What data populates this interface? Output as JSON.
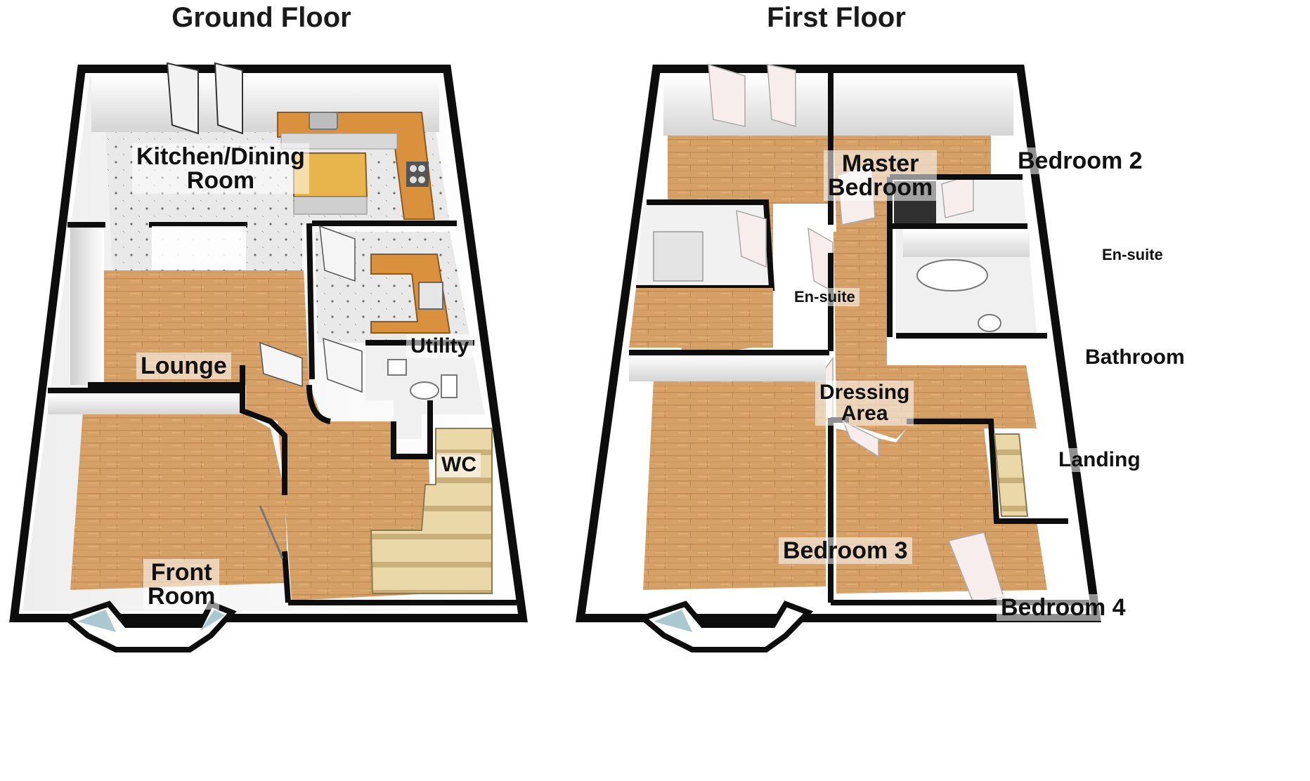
{
  "floors": [
    {
      "title": "Ground Floor",
      "rooms": [
        {
          "id": "kitchen",
          "label": "Kitchen/Dining\nRoom"
        },
        {
          "id": "lounge",
          "label": "Lounge"
        },
        {
          "id": "utility",
          "label": "Utility"
        },
        {
          "id": "wc",
          "label": "WC"
        },
        {
          "id": "front-room",
          "label": "Front\nRoom"
        }
      ]
    },
    {
      "title": "First Floor",
      "rooms": [
        {
          "id": "master-bedroom",
          "label": "Master\nBedroom"
        },
        {
          "id": "bedroom-2",
          "label": "Bedroom 2"
        },
        {
          "id": "en-suite-1",
          "label": "En-suite"
        },
        {
          "id": "en-suite-2",
          "label": "En-suite"
        },
        {
          "id": "bathroom",
          "label": "Bathroom"
        },
        {
          "id": "dressing-area",
          "label": "Dressing\nArea"
        },
        {
          "id": "landing",
          "label": "Landing"
        },
        {
          "id": "bedroom-3",
          "label": "Bedroom 3"
        },
        {
          "id": "bedroom-4",
          "label": "Bedroom 4"
        }
      ]
    }
  ],
  "colors": {
    "wall": "#0d0d0d",
    "wall_inner": "#f4f4f4",
    "wood_light": "#d9a66b",
    "wood_dark": "#b9824a",
    "tile": "#e6e6e6",
    "worktop": "#d9913d",
    "stairs": "#e8d6a6"
  }
}
